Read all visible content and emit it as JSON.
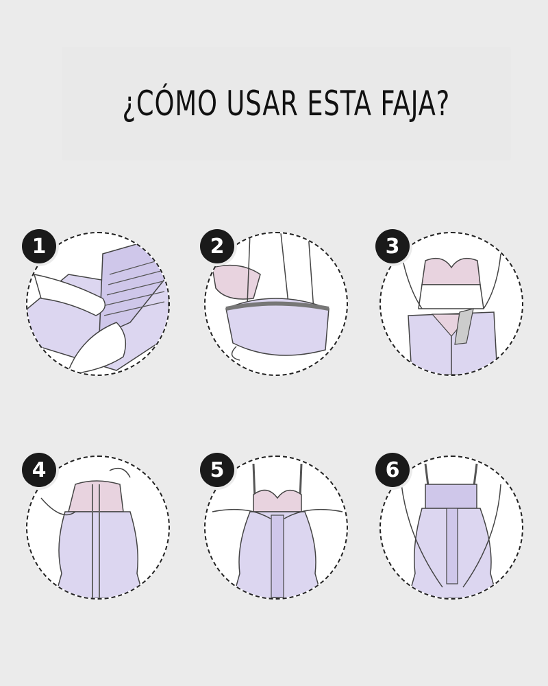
{
  "title": "¿CÓMO USAR ESTA FAJA?",
  "colors": {
    "background": "#ebebeb",
    "garment_lavender": "#dcd6f0",
    "bra_pink": "#e8d3df",
    "badge": "#1a1a1a",
    "outline": "#333333"
  },
  "steps": [
    {
      "number": "1",
      "illustration": "turning-garment-inside-out"
    },
    {
      "number": "2",
      "illustration": "stepping-into-garment"
    },
    {
      "number": "3",
      "illustration": "pulling-garment-up-to-waist"
    },
    {
      "number": "4",
      "illustration": "putting-on-shoulder-straps"
    },
    {
      "number": "5",
      "illustration": "fastening-front-hooks"
    },
    {
      "number": "6",
      "illustration": "closing-crotch-opening"
    }
  ]
}
